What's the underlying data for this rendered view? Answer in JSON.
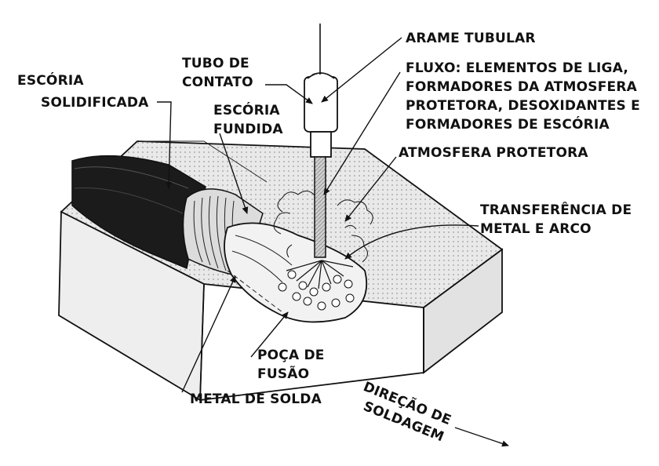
{
  "labels": {
    "arame_tubular": "ARAME TUBULAR",
    "fluxo": [
      "FLUXO: ELEMENTOS DE LIGA,",
      "FORMADORES DA ATMOSFERA",
      "PROTETORA, DESOXIDANTES E",
      "FORMADORES DE ESCÓRIA"
    ],
    "atmosfera_protetora": "ATMOSFERA PROTETORA",
    "tubo_de_contato": [
      "TUBO DE",
      "CONTATO"
    ],
    "escoria_solidificada": [
      "ESCÓRIA",
      "SOLIDIFICADA"
    ],
    "escoria_fundida": [
      "ESCÓRIA",
      "FUNDIDA"
    ],
    "transferencia": [
      "TRANSFERÊNCIA DE",
      "METAL E ARCO"
    ],
    "poca_de_fusao": [
      "POÇA DE",
      "FUSÃO"
    ],
    "metal_de_solda": "METAL DE SOLDA",
    "direcao": [
      "DIREÇÃO DE",
      "SOLDAGEM"
    ]
  },
  "colors": {
    "ink": "#111111",
    "paper": "#ffffff",
    "bead": "#1a1a1a",
    "gray": "#d6d6d6"
  }
}
